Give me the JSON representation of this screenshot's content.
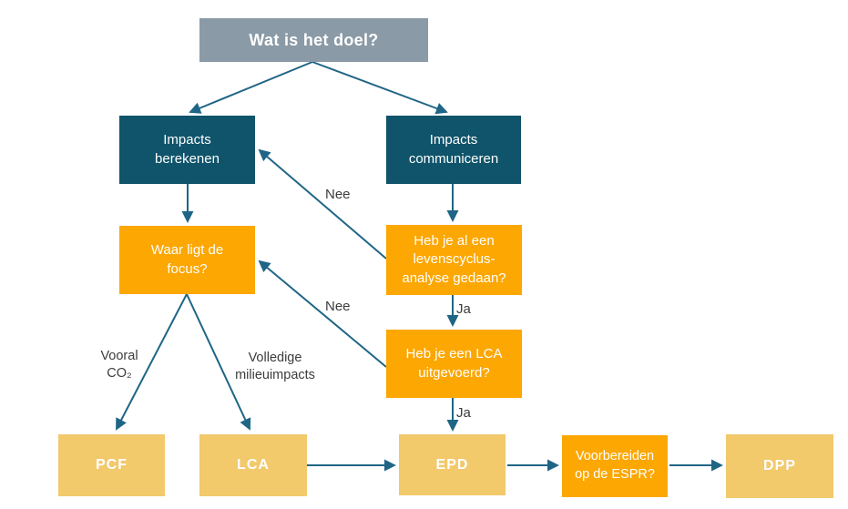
{
  "nodes": {
    "goal": "Wat is het doel?",
    "impacts_berekenen": "Impacts\nberekenen",
    "impacts_communiceren": "Impacts\ncommuniceren",
    "waar_ligt_focus": "Waar ligt de\nfocus?",
    "levenscyclus_vraag": "Heb je al een\nlevenscyclus-\nanalyse gedaan?",
    "lca_uitgevoerd_vraag": "Heb je een LCA\nuitgevoerd?",
    "pcf": "PCF",
    "lca": "LCA",
    "epd": "EPD",
    "voorbereiden_espr": "Voorbereiden\nop de ESPR?",
    "dpp": "DPP"
  },
  "edge_labels": {
    "nee_levenscyclus": "Nee",
    "nee_lca": "Nee",
    "ja_levenscyclus": "Ja",
    "ja_lca": "Ja",
    "vooral_co2": "Vooral\nCO₂",
    "volledige_milieuimpacts": "Volledige\nmilieuimpacts"
  },
  "colors": {
    "header_box": "#8A9AA6",
    "teal_box": "#0F546B",
    "orange_box": "#FCA702",
    "tan_box": "#F2C96B",
    "arrow": "#1F6586",
    "label_text": "#3C3C3C",
    "box_text": "#FFFFFF",
    "canvas_bg": "#FFFFFF"
  }
}
